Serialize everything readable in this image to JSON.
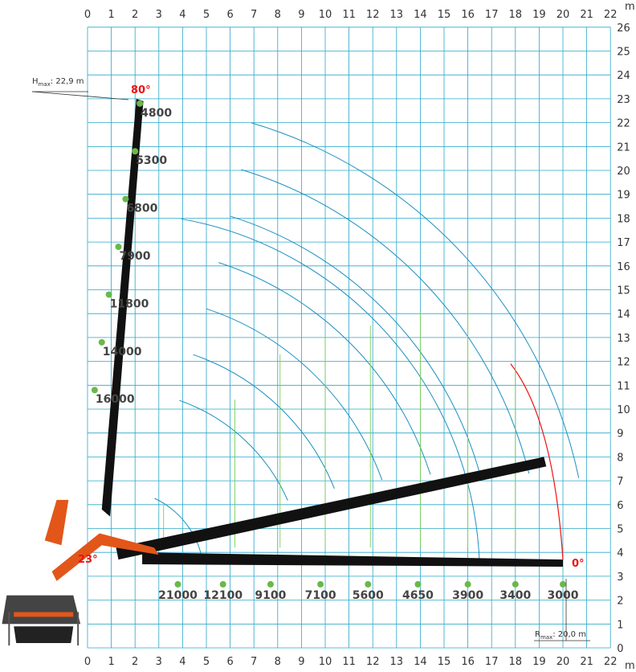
{
  "chart_data": {
    "type": "diagram",
    "xaxis": {
      "ticks": [
        "0",
        "1",
        "2",
        "3",
        "4",
        "5",
        "6",
        "7",
        "8",
        "9",
        "10",
        "11",
        "12",
        "13",
        "14",
        "15",
        "16",
        "17",
        "18",
        "19",
        "20",
        "21",
        "22"
      ],
      "unit": "m"
    },
    "yaxis": {
      "ticks": [
        "0",
        "1",
        "2",
        "3",
        "4",
        "5",
        "6",
        "7",
        "8",
        "9",
        "10",
        "11",
        "12",
        "13",
        "14",
        "15",
        "16",
        "17",
        "18",
        "19",
        "20",
        "21",
        "22",
        "23",
        "24",
        "25",
        "26"
      ],
      "unit": "m"
    },
    "hmax": {
      "label": "H",
      "sub": "max",
      "value": ": 22,9 m"
    },
    "rmax": {
      "label": "R",
      "sub": "max",
      "value": ": 20,0 m"
    },
    "angles": {
      "top": "80°",
      "mid": "23°",
      "zero": "0°"
    },
    "boom_80": [
      {
        "x": 2.2,
        "y": 22.8,
        "load": "4800"
      },
      {
        "x": 2.0,
        "y": 20.8,
        "load": "5300"
      },
      {
        "x": 1.6,
        "y": 18.8,
        "load": "6800"
      },
      {
        "x": 1.3,
        "y": 16.8,
        "load": "7900"
      },
      {
        "x": 0.9,
        "y": 14.8,
        "load": "11800"
      },
      {
        "x": 0.6,
        "y": 12.8,
        "load": "14000"
      },
      {
        "x": 0.3,
        "y": 10.8,
        "load": "16000"
      }
    ],
    "boom_0": [
      {
        "x": 3.8,
        "y": 3.0,
        "load": "21000"
      },
      {
        "x": 5.7,
        "y": 3.0,
        "load": "12100"
      },
      {
        "x": 7.7,
        "y": 3.0,
        "load": "9100"
      },
      {
        "x": 9.8,
        "y": 3.0,
        "load": "7100"
      },
      {
        "x": 11.8,
        "y": 3.0,
        "load": "5600"
      },
      {
        "x": 13.9,
        "y": 3.0,
        "load": "4650"
      },
      {
        "x": 16.0,
        "y": 3.0,
        "load": "3900"
      },
      {
        "x": 18.0,
        "y": 3.0,
        "load": "3400"
      },
      {
        "x": 20.0,
        "y": 3.0,
        "load": "3000"
      }
    ]
  }
}
